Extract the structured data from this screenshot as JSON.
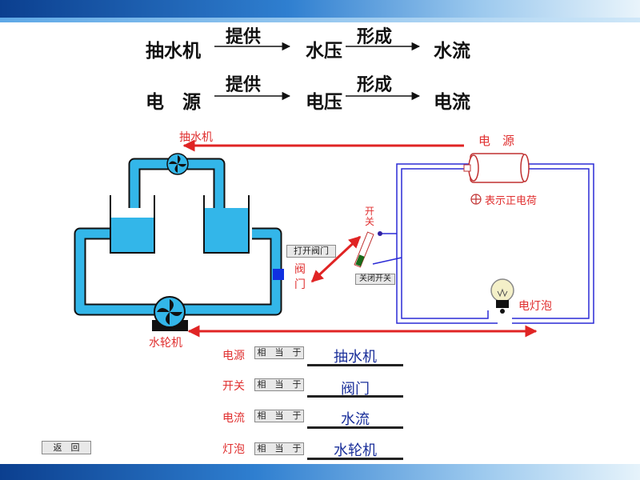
{
  "analogy": {
    "row1": {
      "a": "抽水机",
      "arrow1": "提供",
      "b": "水压",
      "arrow2": "形成",
      "c": "水流"
    },
    "row2": {
      "a": "电　源",
      "arrow1": "提供",
      "b": "电压",
      "arrow2": "形成",
      "c": "电流"
    }
  },
  "labels": {
    "pump": "抽水机",
    "power": "电　源",
    "charge": "表示正电荷",
    "switch1": "开",
    "switch2": "关",
    "valve1": "阀",
    "valve2": "门",
    "bulb": "电灯泡",
    "turbine": "水轮机"
  },
  "buttons": {
    "open_valve": "打开阀门",
    "close_switch": "关闭开关",
    "back": "返　回"
  },
  "matches": [
    {
      "term": "电源",
      "button": "相　当　于",
      "answer": "抽水机"
    },
    {
      "term": "开关",
      "button": "相　当　于",
      "answer": "阀门"
    },
    {
      "term": "电流",
      "button": "相　当　于",
      "answer": "水流"
    },
    {
      "term": "灯泡",
      "button": "相　当　于",
      "answer": "水轮机"
    }
  ],
  "colors": {
    "water": "#33b6e9",
    "pipe_border": "#0a0a0a",
    "wire": "#2b2bd6",
    "arrow": "#e02424",
    "valve": "#1030e0"
  }
}
